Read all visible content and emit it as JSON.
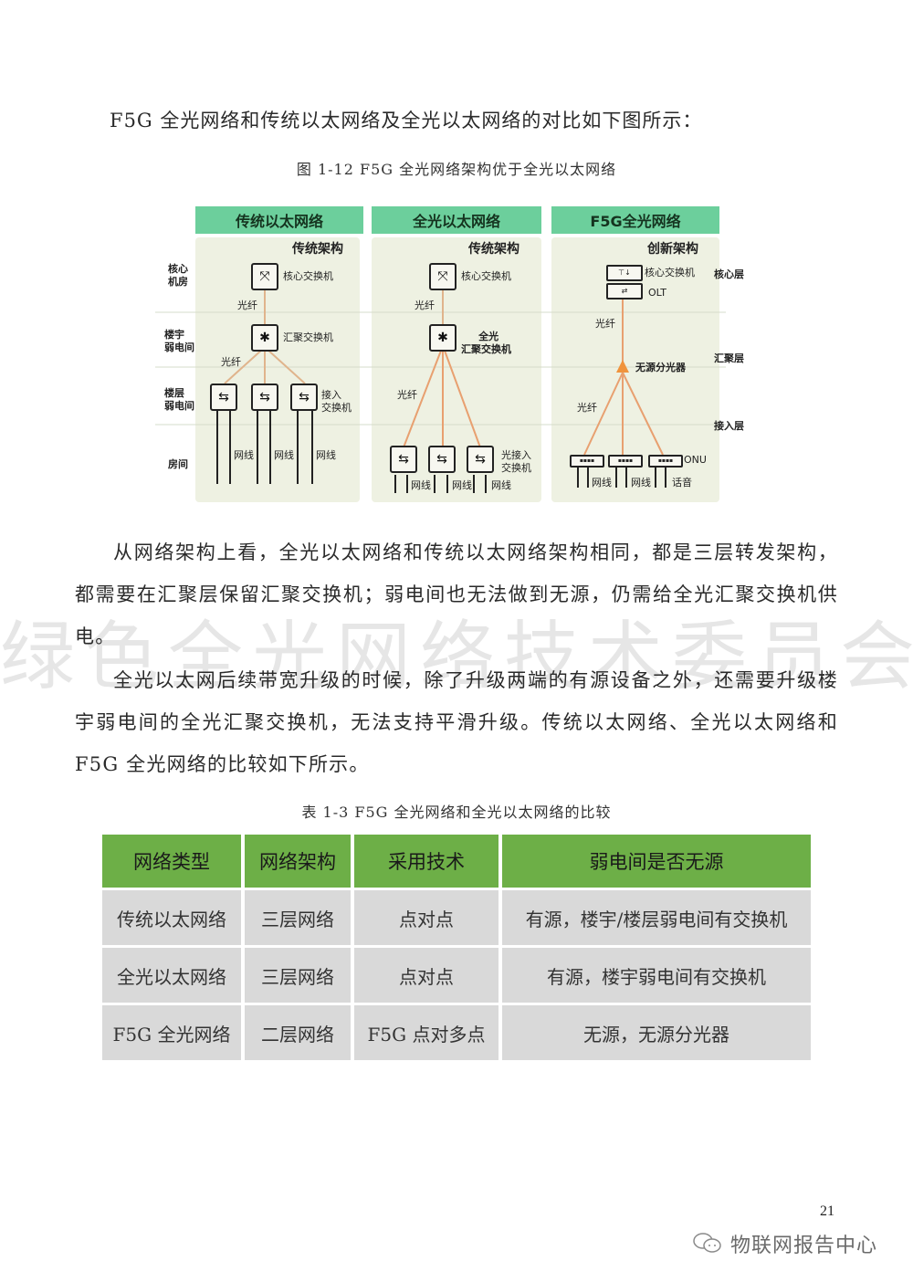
{
  "intro_text": "F5G 全光网络和传统以太网络及全光以太网络的对比如下图所示：",
  "figure_caption": "图 1-12   F5G 全光网络架构优于全光以太网络",
  "diagram": {
    "row_labels": [
      "核心\n机房",
      "楼宇\n弱电间",
      "楼层\n弱电间",
      "房间"
    ],
    "layer_labels": [
      "核心层",
      "汇聚层",
      "接入层"
    ],
    "panels": [
      {
        "title": "传统以太网络",
        "subtitle": "传统架构",
        "core_label": "核心交换机",
        "fiber_label": "光纤",
        "agg_label": "汇聚交换机",
        "fiber_label_2": "光纤",
        "access_label": "接入\n交换机",
        "cable_labels": [
          "网线",
          "网线",
          "网线"
        ]
      },
      {
        "title": "全光以太网络",
        "subtitle": "传统架构",
        "core_label": "核心交换机",
        "fiber_label": "光纤",
        "agg_label": "全光\n汇聚交换机",
        "fiber_label_2": "光纤",
        "access_label": "光接入\n交换机",
        "cable_labels": [
          "网线",
          "网线",
          "网线"
        ]
      },
      {
        "title": "F5G全光网络",
        "subtitle": "创新架构",
        "core_label": "核心交换机",
        "olt_label": "OLT",
        "fiber_label": "光纤",
        "splitter_label": "无源分光器",
        "fiber_label_2": "光纤",
        "onu_label": "ONU",
        "cable_labels": [
          "网线",
          "网线",
          "话音"
        ]
      }
    ]
  },
  "paragraphs": [
    "从网络架构上看，全光以太网络和传统以太网络架构相同，都是三层转发架构，都需要在汇聚层保留汇聚交换机；弱电间也无法做到无源，仍需给全光汇聚交换机供电。",
    "全光以太网后续带宽升级的时候，除了升级两端的有源设备之外，还需要升级楼宇弱电间的全光汇聚交换机，无法支持平滑升级。传统以太网络、全光以太网络和 F5G 全光网络的比较如下所示。"
  ],
  "watermark": "绿色全光网络技术委员会",
  "table_caption": "表 1-3   F5G 全光网络和全光以太网络的比较",
  "table": {
    "headers": [
      "网络类型",
      "网络架构",
      "采用技术",
      "弱电间是否无源"
    ],
    "rows": [
      [
        "传统以太网络",
        "三层网络",
        "点对点",
        "有源，楼宇/楼层弱电间有交换机"
      ],
      [
        "全光以太网络",
        "三层网络",
        "点对点",
        "有源，楼宇弱电间有交换机"
      ],
      [
        "F5G 全光网络",
        "二层网络",
        "F5G 点对多点",
        "无源，无源分光器"
      ]
    ]
  },
  "page_number": "21",
  "footer_brand": "物联网报告中心",
  "colors": {
    "panel_header": "#6ccf9c",
    "panel_body": "#eef1e2",
    "fiber_line": "#e8a070",
    "table_header": "#6daf47",
    "table_cell": "#d9d9d9"
  }
}
